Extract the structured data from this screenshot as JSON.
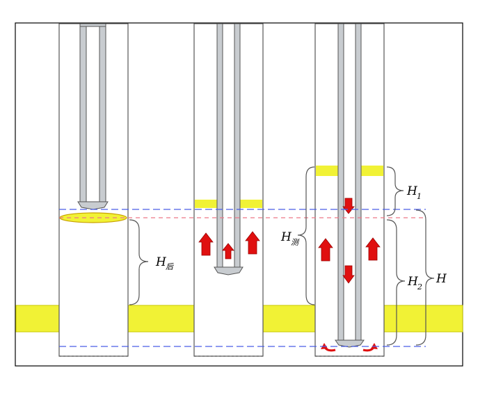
{
  "labels": {
    "h_after": {
      "main": "H",
      "sub": "后"
    },
    "h_measured": {
      "main": "H",
      "sub": "测"
    },
    "h1": {
      "main": "H",
      "sub": "1"
    },
    "h2": {
      "main": "H",
      "sub": "2"
    },
    "h": {
      "main": "H"
    }
  },
  "colors": {
    "formation_yellow": "#f1f235",
    "formation_border": "#c8c800",
    "pipe_gray": "#c8ccd0",
    "pipe_outline": "#555555",
    "arrow_red": "#e01010",
    "guide_blue": "#4a5ee8",
    "guide_pink": "#ee7788",
    "brace_gray": "#555555",
    "frame": "#000000"
  }
}
